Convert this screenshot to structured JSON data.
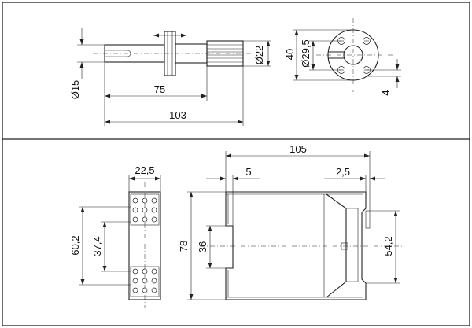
{
  "drawing": {
    "shaft_view": {
      "dim_shaft_diameter": "Ø15",
      "dim_knob_diameter": "Ø22",
      "dim_shaft_length": "75",
      "dim_total_length": "103"
    },
    "flange_view": {
      "dim_height": "40",
      "dim_bolt_circle": "Ø29,5",
      "dim_offset": "4"
    },
    "front_view": {
      "dim_width": "22,5",
      "dim_outer_height": "60,2",
      "dim_inner_height": "37,4"
    },
    "side_view": {
      "dim_length": "105",
      "dim_step": "5",
      "dim_gap": "2,5",
      "dim_height": "78",
      "dim_rail": "36",
      "dim_right_height": "54,2"
    }
  }
}
